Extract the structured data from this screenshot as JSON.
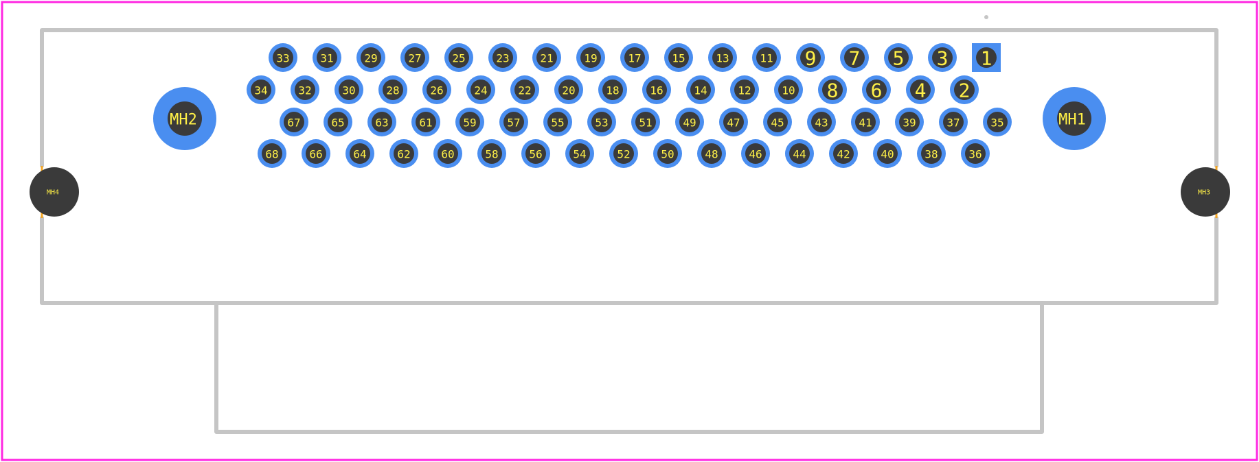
{
  "colors": {
    "outline": "#FF26E2",
    "silkscreen": "#C5C5C5",
    "pad_copper": "#4A8EF0",
    "drill_hole": "#3A3A3A",
    "label_text": "#FFF047",
    "mount_lead": "#F5A623"
  },
  "connector": {
    "row_top": [
      "33",
      "31",
      "29",
      "27",
      "25",
      "23",
      "21",
      "19",
      "17",
      "15",
      "13",
      "11",
      "9",
      "7",
      "5",
      "3",
      "1"
    ],
    "row_second": [
      "34",
      "32",
      "30",
      "28",
      "26",
      "24",
      "22",
      "20",
      "18",
      "16",
      "14",
      "12",
      "10",
      "8",
      "6",
      "4",
      "2"
    ],
    "row_third": [
      "67",
      "65",
      "63",
      "61",
      "59",
      "57",
      "55",
      "53",
      "51",
      "49",
      "47",
      "45",
      "43",
      "41",
      "39",
      "37",
      "35"
    ],
    "row_bottom": [
      "68",
      "66",
      "64",
      "62",
      "60",
      "58",
      "56",
      "54",
      "52",
      "50",
      "48",
      "46",
      "44",
      "42",
      "40",
      "38",
      "36"
    ]
  },
  "mounting_holes": {
    "mh1": "MH1",
    "mh2": "MH2",
    "mh3": "MH3",
    "mh4": "MH4"
  }
}
